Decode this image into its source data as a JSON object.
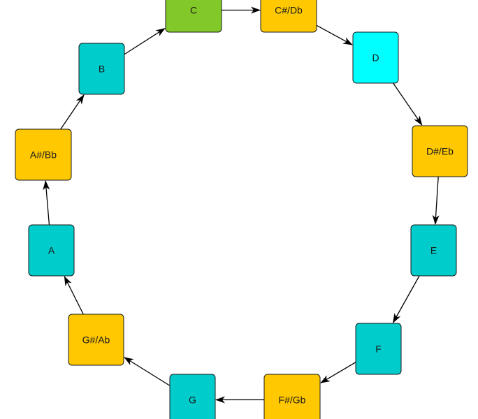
{
  "diagram": {
    "type": "chromatic-circle",
    "colors": {
      "natural": "#00CCCC",
      "accidental": "#FFC800",
      "start": "#82C828",
      "highlight": "#00FFFF"
    },
    "nodes": [
      {
        "id": "c",
        "label": "C",
        "kind": "start"
      },
      {
        "id": "cs",
        "label": "C#/Db",
        "kind": "accidental"
      },
      {
        "id": "d",
        "label": "D",
        "kind": "highlight"
      },
      {
        "id": "ds",
        "label": "D#/Eb",
        "kind": "accidental"
      },
      {
        "id": "e",
        "label": "E",
        "kind": "natural"
      },
      {
        "id": "f",
        "label": "F",
        "kind": "natural"
      },
      {
        "id": "fs",
        "label": "F#/Gb",
        "kind": "accidental"
      },
      {
        "id": "g",
        "label": "G",
        "kind": "natural"
      },
      {
        "id": "gs",
        "label": "G#/Ab",
        "kind": "accidental"
      },
      {
        "id": "a",
        "label": "A",
        "kind": "natural"
      },
      {
        "id": "as",
        "label": "A#/Bb",
        "kind": "accidental"
      },
      {
        "id": "b",
        "label": "B",
        "kind": "natural"
      }
    ],
    "edges": [
      [
        "c",
        "cs"
      ],
      [
        "cs",
        "d"
      ],
      [
        "d",
        "ds"
      ],
      [
        "ds",
        "e"
      ],
      [
        "e",
        "f"
      ],
      [
        "f",
        "fs"
      ],
      [
        "fs",
        "g"
      ],
      [
        "g",
        "gs"
      ],
      [
        "gs",
        "a"
      ],
      [
        "a",
        "as"
      ],
      [
        "as",
        "b"
      ],
      [
        "b",
        "c"
      ]
    ]
  }
}
